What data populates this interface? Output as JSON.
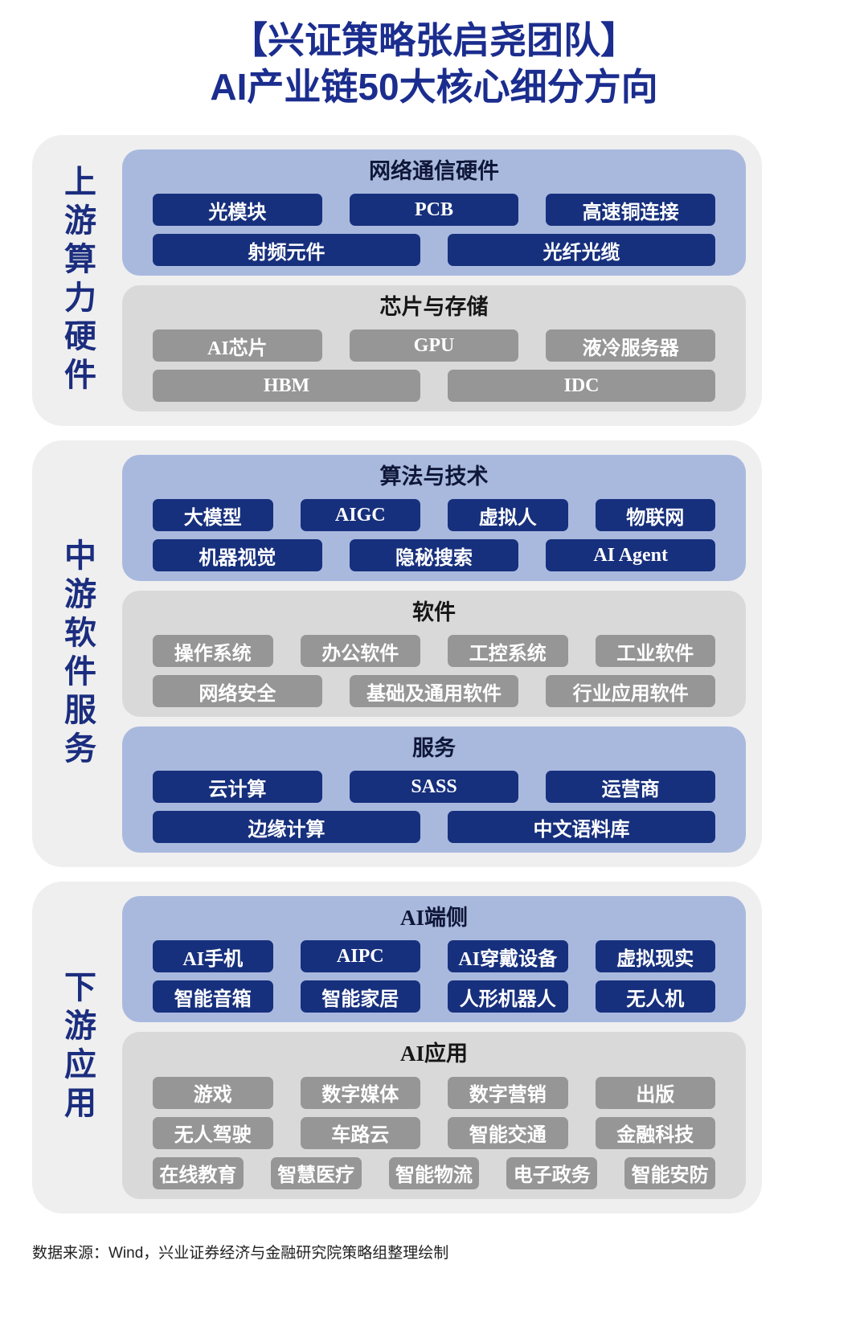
{
  "title": {
    "line1": "【兴证策略张启尧团队】",
    "line2": "AI产业链50大核心细分方向"
  },
  "sections": [
    {
      "label": "上游算力硬件",
      "panels": [
        {
          "theme": "blue",
          "header": "网络通信硬件",
          "rows": [
            [
              "光模块",
              "PCB",
              "高速铜连接"
            ],
            [
              "射频元件",
              "光纤光缆"
            ]
          ]
        },
        {
          "theme": "gray",
          "header": "芯片与存储",
          "rows": [
            [
              "AI芯片",
              "GPU",
              "液冷服务器"
            ],
            [
              "HBM",
              "IDC"
            ]
          ]
        }
      ]
    },
    {
      "label": "中游软件服务",
      "panels": [
        {
          "theme": "blue",
          "header": "算法与技术",
          "rows": [
            [
              "大模型",
              "AIGC",
              "虚拟人",
              "物联网"
            ],
            [
              "机器视觉",
              "隐秘搜索",
              "AI Agent"
            ]
          ]
        },
        {
          "theme": "gray",
          "header": "软件",
          "rows": [
            [
              "操作系统",
              "办公软件",
              "工控系统",
              "工业软件"
            ],
            [
              "网络安全",
              "基础及通用软件",
              "行业应用软件"
            ]
          ]
        },
        {
          "theme": "blue",
          "header": "服务",
          "rows": [
            [
              "云计算",
              "SASS",
              "运营商"
            ],
            [
              "边缘计算",
              "中文语料库"
            ]
          ]
        }
      ]
    },
    {
      "label": "下游应用",
      "panels": [
        {
          "theme": "blue",
          "header": "AI端侧",
          "rows": [
            [
              "AI手机",
              "AIPC",
              "AI穿戴设备",
              "虚拟现实"
            ],
            [
              "智能音箱",
              "智能家居",
              "人形机器人",
              "无人机"
            ]
          ]
        },
        {
          "theme": "gray",
          "header": "AI应用",
          "rows": [
            [
              "游戏",
              "数字媒体",
              "数字营销",
              "出版"
            ],
            [
              "无人驾驶",
              "车路云",
              "智能交通",
              "金融科技"
            ],
            [
              "在线教育",
              "智慧医疗",
              "智能物流",
              "电子政务",
              "智能安防"
            ]
          ]
        }
      ]
    }
  ],
  "footer": "数据来源：Wind，兴业证券经济与金融研究院策略组整理绘制",
  "colors": {
    "title_color": "#1b2d8e",
    "section_bg": "#efefef",
    "blue_panel_bg": "#a9b9de",
    "gray_panel_bg": "#d9d9d9",
    "blue_item": "#17307d",
    "gray_item": "#969696",
    "item_text": "#ffffff",
    "vlabel_color": "#1b2d7e"
  }
}
